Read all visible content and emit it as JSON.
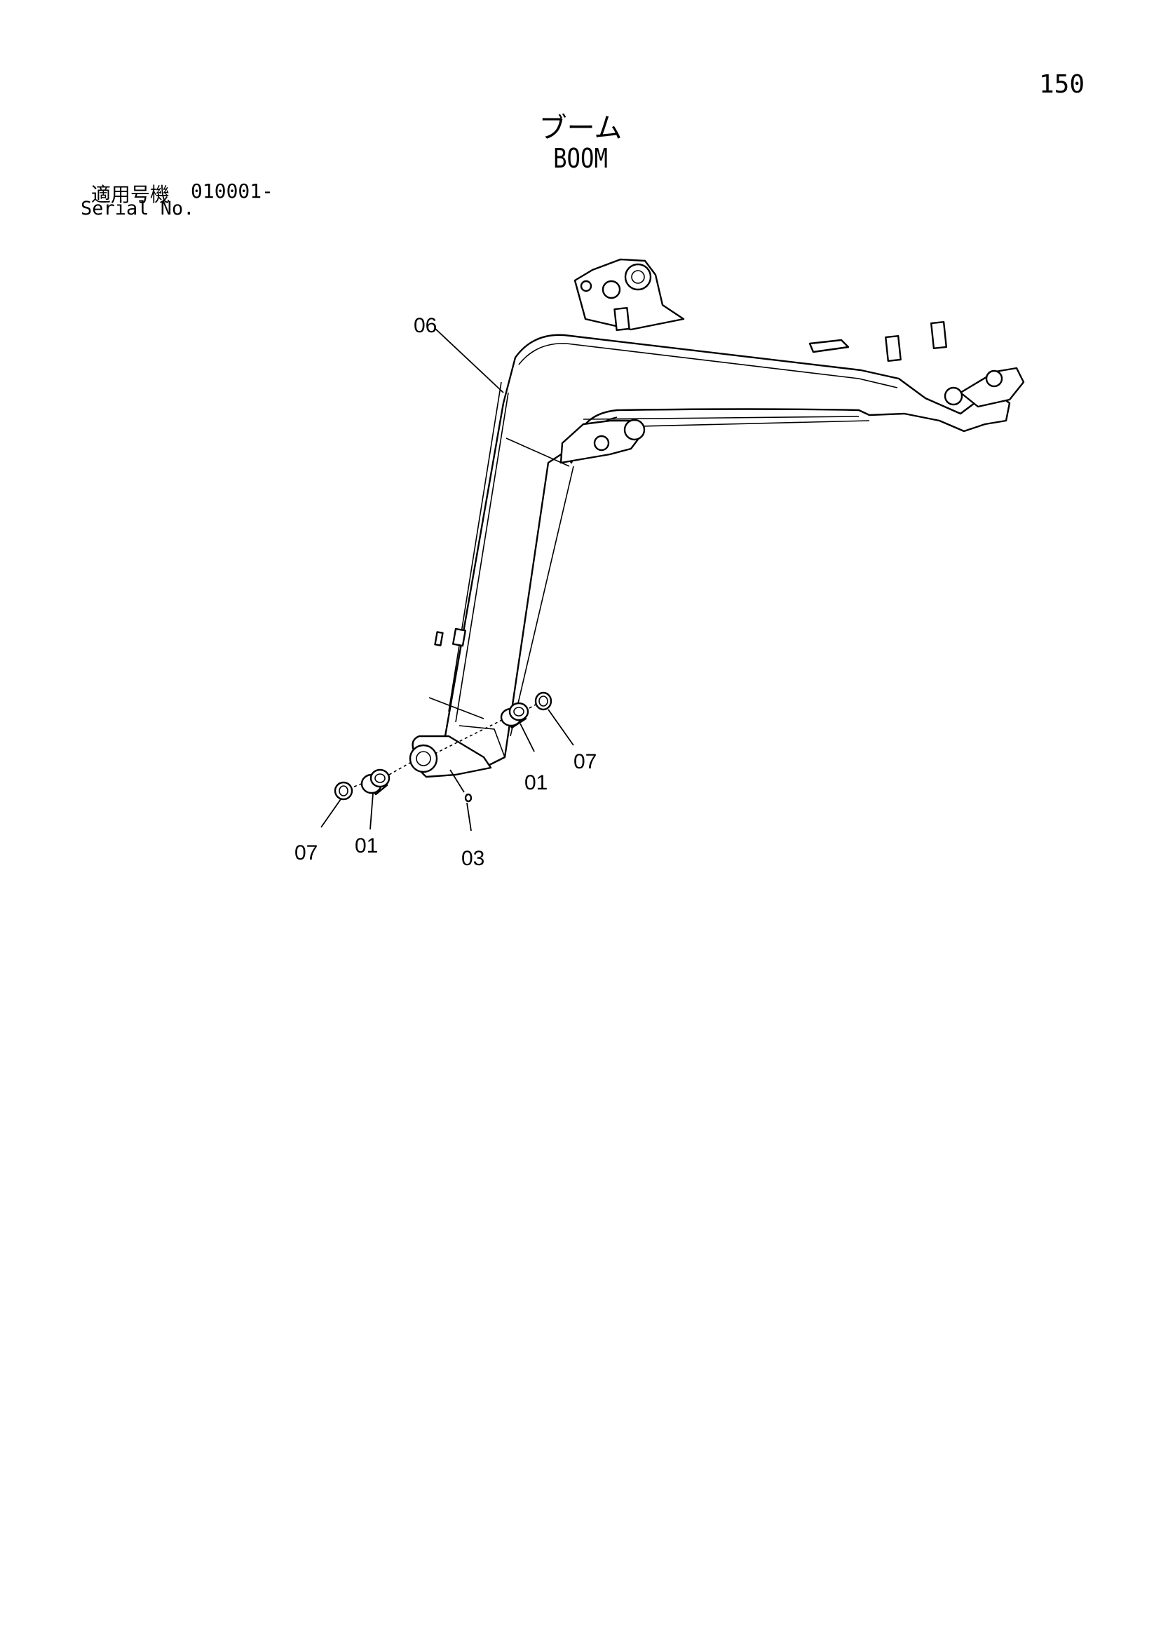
{
  "page": {
    "number": "150"
  },
  "title": {
    "ja": "ブーム",
    "en": "BOOM"
  },
  "serial": {
    "ja_label": "適用号機",
    "value": "010001-",
    "en_label": "Serial No."
  },
  "callouts": {
    "c06": "06",
    "c01_right": "01",
    "c07_right": "07",
    "c07_left": "07",
    "c01_left": "01",
    "c03": "03"
  }
}
